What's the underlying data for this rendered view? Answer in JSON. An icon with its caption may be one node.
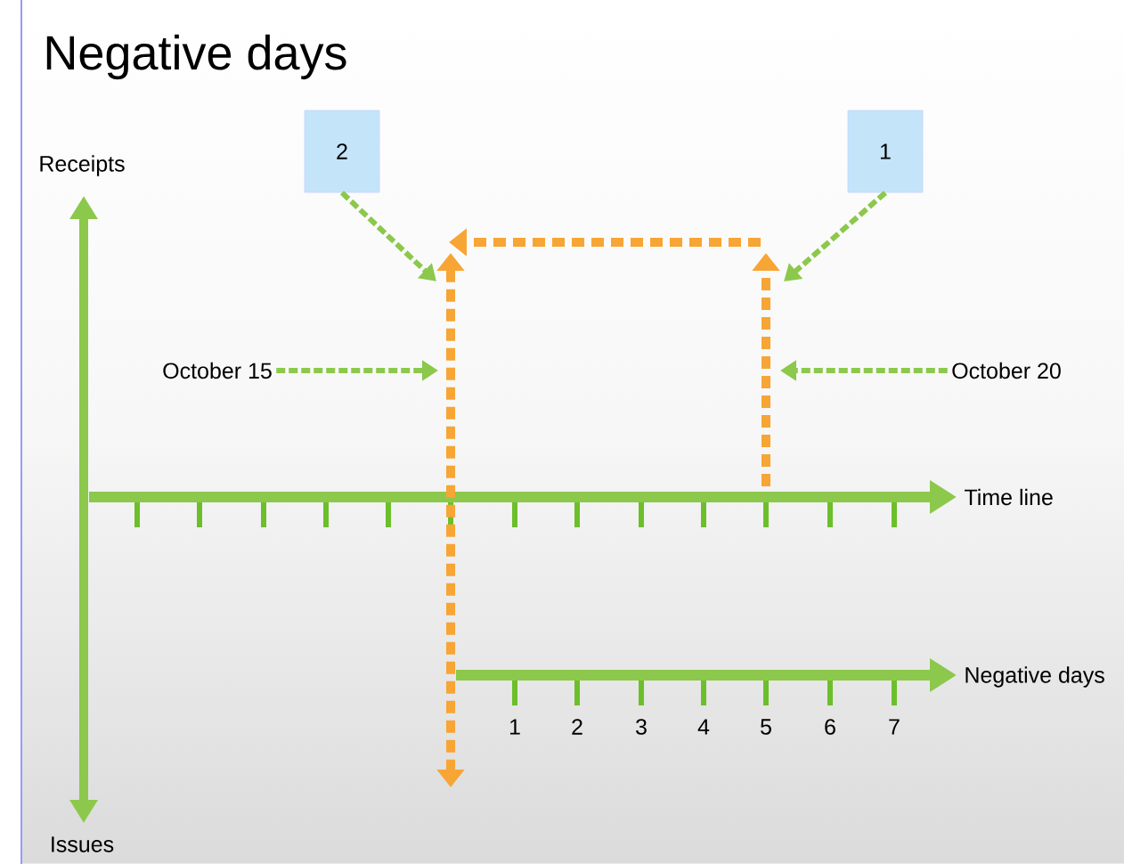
{
  "diagram": {
    "title": "Negative days",
    "nodes": [
      {
        "text": [
          "2"
        ]
      },
      {
        "text": [
          "1"
        ]
      },
      {
        "text": [
          "October 15"
        ]
      },
      {
        "text": [
          "October 20"
        ]
      }
    ],
    "edges": [
      {
        "from": 0,
        "to": null,
        "arrow": "to"
      },
      {
        "from": 1,
        "to": null,
        "arrow": "to"
      },
      {
        "from": 2,
        "to": null,
        "arrow": "to"
      },
      {
        "from": 3,
        "to": null,
        "arrow": "to"
      }
    ],
    "labels": [
      "Receipts",
      "Time line",
      "Negative days",
      "1",
      "2",
      "3",
      "4",
      "5",
      "6",
      "7",
      "Issues"
    ]
  }
}
